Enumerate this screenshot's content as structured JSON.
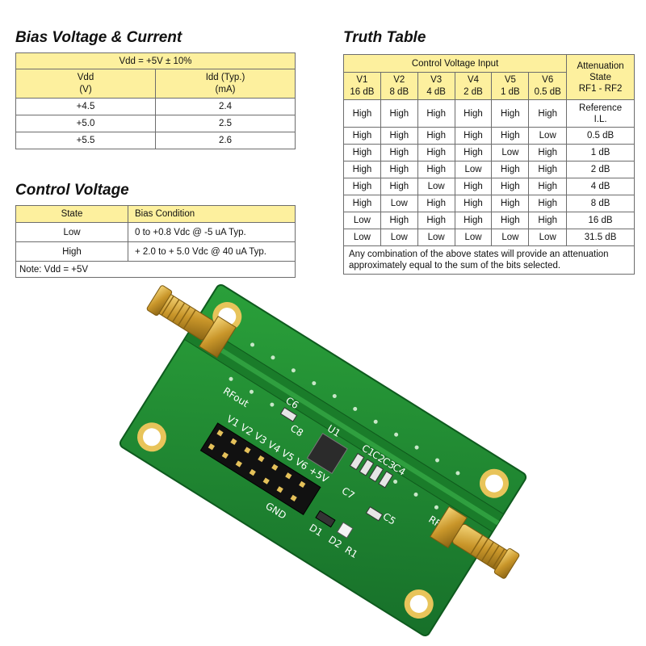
{
  "bias": {
    "title": "Bias Voltage & Current",
    "top_header": "Vdd = +5V ± 10%",
    "col1_line1": "Vdd",
    "col1_line2": "(V)",
    "col2_line1": "Idd (Typ.)",
    "col2_line2": "(mA)",
    "rows": [
      {
        "vdd": "+4.5",
        "idd": "2.4"
      },
      {
        "vdd": "+5.0",
        "idd": "2.5"
      },
      {
        "vdd": "+5.5",
        "idd": "2.6"
      }
    ]
  },
  "control": {
    "title": "Control Voltage",
    "col1": "State",
    "col2": "Bias Condition",
    "rows": [
      {
        "state": "Low",
        "condition": "0 to +0.8 Vdc @ -5  uA Typ."
      },
      {
        "state": "High",
        "condition": "+ 2.0 to + 5.0 Vdc @ 40 uA Typ."
      }
    ],
    "note": "Note: Vdd = +5V"
  },
  "truth": {
    "title": "Truth Table",
    "group_header": "Control Voltage Input",
    "atten_header_line1": "Attenuation",
    "atten_header_line2": "State",
    "atten_header_line3": "RF1 - RF2",
    "columns": [
      {
        "name": "V1",
        "value": "16 dB"
      },
      {
        "name": "V2",
        "value": "8 dB"
      },
      {
        "name": "V3",
        "value": "4 dB"
      },
      {
        "name": "V4",
        "value": "2 dB"
      },
      {
        "name": "V5",
        "value": "1 dB"
      },
      {
        "name": "V6",
        "value": "0.5 dB"
      }
    ],
    "rows": [
      {
        "v": [
          "High",
          "High",
          "High",
          "High",
          "High",
          "High"
        ],
        "att1": "Reference",
        "att2": "I.L."
      },
      {
        "v": [
          "High",
          "High",
          "High",
          "High",
          "High",
          "Low"
        ],
        "att1": "0.5 dB",
        "att2": ""
      },
      {
        "v": [
          "High",
          "High",
          "High",
          "High",
          "Low",
          "High"
        ],
        "att1": "1 dB",
        "att2": ""
      },
      {
        "v": [
          "High",
          "High",
          "High",
          "Low",
          "High",
          "High"
        ],
        "att1": "2 dB",
        "att2": ""
      },
      {
        "v": [
          "High",
          "High",
          "Low",
          "High",
          "High",
          "High"
        ],
        "att1": "4 dB",
        "att2": ""
      },
      {
        "v": [
          "High",
          "Low",
          "High",
          "High",
          "High",
          "High"
        ],
        "att1": "8 dB",
        "att2": ""
      },
      {
        "v": [
          "Low",
          "High",
          "High",
          "High",
          "High",
          "High"
        ],
        "att1": "16 dB",
        "att2": ""
      },
      {
        "v": [
          "Low",
          "Low",
          "Low",
          "Low",
          "Low",
          "Low"
        ],
        "att1": "31.5 dB",
        "att2": ""
      }
    ],
    "note_line1": "Any combination of the above states will provide an attenuation",
    "note_line2": "approximately equal to  the sum of the bits selected."
  },
  "board": {
    "label_rfout": "RFout",
    "label_rfin": "RFin",
    "label_v1": "V1",
    "label_v2": "V2",
    "label_v3": "V3",
    "label_v4": "V4",
    "label_v5": "V5",
    "label_v6": "V6",
    "label_5v": "+5V",
    "label_gnd": "GND",
    "label_c1": "C1",
    "label_c2": "C2",
    "label_c3": "C3",
    "label_c4": "C4",
    "label_c5": "C5",
    "label_c6": "C6",
    "label_c7": "C7",
    "label_c8": "C8",
    "label_u1": "U1",
    "label_r1": "R1",
    "label_d1": "D1",
    "label_d2": "D2",
    "colors": {
      "pcb_green": "#1f8a2c",
      "gold": "#d9a93a",
      "header_yellow": "#fdf09e"
    }
  }
}
